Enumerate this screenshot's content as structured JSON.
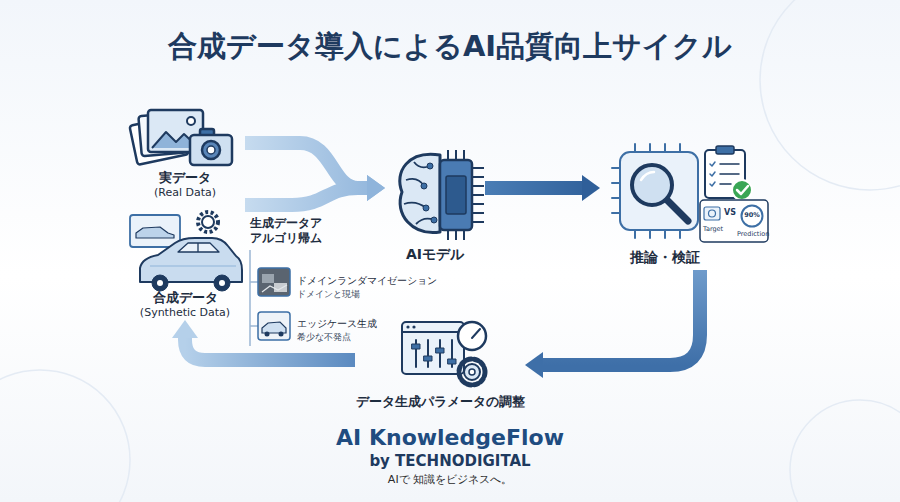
{
  "diagram": {
    "title": "合成データ導入によるAI品質向上サイクル",
    "nodes": [
      {
        "text": [
          "実データ",
          "(Real Data)"
        ]
      },
      {
        "text": [
          "合成データ",
          "(Synthetic Data)"
        ]
      },
      {
        "text": [
          "AIモデル"
        ]
      },
      {
        "text": [
          "推論・検証"
        ]
      },
      {
        "text": [
          "データ生成パラメータの調整"
        ]
      }
    ],
    "edges": [
      {
        "from": 0,
        "to": 2,
        "arrow": "to"
      },
      {
        "from": 1,
        "to": 2,
        "arrow": "to",
        "label": "生成データア アルゴリ帰ム"
      },
      {
        "from": 2,
        "to": 3,
        "arrow": "to"
      },
      {
        "from": 3,
        "to": 4,
        "arrow": "to"
      },
      {
        "from": 4,
        "to": 1,
        "arrow": "to"
      }
    ],
    "labels": [
      "ドメインランダマイゼーション",
      "ドメインと現場",
      "エッジケース生成",
      "希少な不発点",
      "Target",
      "VS",
      "90%",
      "Prediction",
      "AI KnowledgeFlow",
      "by TECHNODIGITAL",
      "AIで 知識をビジネスへ。"
    ]
  }
}
